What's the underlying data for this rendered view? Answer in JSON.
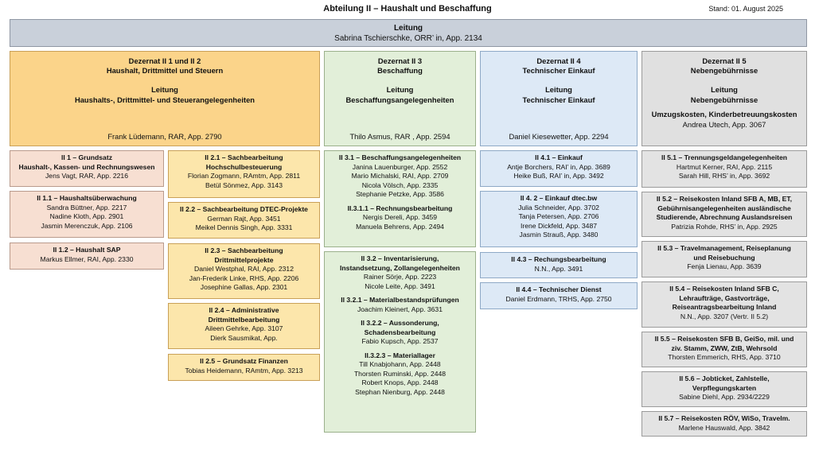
{
  "title": "Abteilung II – Haushalt und Beschaffung",
  "stand": "Stand: 01. August 2025",
  "leitung": {
    "label": "Leitung",
    "name": "Sabrina Tschierschke, ORR’ in, App. 2134"
  },
  "dezernate": [
    {
      "title1": "Dezernat II 1 und II 2",
      "title2": "Haushalt, Drittmittel und Steuern",
      "lead_label": "Leitung",
      "lead_title": "Haushalts-, Drittmittel- und Steuerangelegenheiten",
      "extra": "",
      "person": "Frank Lüdemann, RAR, App. 2790"
    },
    {
      "title1": "Dezernat II 3",
      "title2": "Beschaffung",
      "lead_label": "Leitung",
      "lead_title": "Beschaffungsangelegenheiten",
      "extra": "",
      "person": "Thilo Asmus, RAR , App. 2594"
    },
    {
      "title1": "Dezernat II 4",
      "title2": "Technischer Einkauf",
      "lead_label": "Leitung",
      "lead_title": "Technischer Einkauf",
      "extra": "",
      "person": "Daniel Kiesewetter, App. 2294"
    },
    {
      "title1": "Dezernat II 5",
      "title2": "Nebengebührnisse",
      "lead_label": "Leitung",
      "lead_title": "Nebengebührnisse",
      "extra": "Umzugskosten, Kinderbetreuungskosten",
      "person": "Andrea Utech, App. 3067"
    }
  ],
  "units": {
    "ii1": {
      "title": "II 1 – Grundsatz",
      "subtitle": "Haushalt-, Kassen- und Rechnungswesen",
      "staff": [
        "Jens Vagt, RAR, App. 2216"
      ]
    },
    "ii11": {
      "title": "II 1.1 – Haushaltsüberwachung",
      "staff": [
        "Sandra Büttner, App. 2217",
        "Nadine Kloth, App. 2901",
        "Jasmin Merenczuk, App. 2106"
      ]
    },
    "ii12": {
      "title": "II 1.2 – Haushalt SAP",
      "staff": [
        "Markus Ellmer, RAI, App. 2330"
      ]
    },
    "ii21": {
      "title": "II 2.1 – Sachbearbeitung",
      "subtitle": "Hochschulbesteuerung",
      "staff": [
        "Florian Zogmann, RAmtm, App. 2811",
        "Betül Sönmez, App. 3143"
      ]
    },
    "ii22": {
      "title": "II 2.2 – Sachbearbeitung DTEC-Projekte",
      "staff": [
        "German Rajt, App. 3451",
        "Meikel Dennis Singh, App. 3331"
      ]
    },
    "ii23": {
      "title": "II 2.3 – Sachbearbeitung",
      "subtitle": "Drittmittelprojekte",
      "staff": [
        "Daniel Westphal, RAI, App. 2312",
        "Jan-Frederik Linke, RHS, App. 2206",
        "Josephine Gallas, App. 2301"
      ]
    },
    "ii24": {
      "title": "II 2.4 – Administrative",
      "subtitle": "Drittmittelbearbeitung",
      "staff": [
        "Aileen Gehrke, App. 3107",
        "Dierk Sausmikat, App."
      ]
    },
    "ii25": {
      "title": "II 2.5 – Grundsatz Finanzen",
      "staff": [
        "Tobias Heidemann, RAmtm, App. 3213"
      ]
    },
    "ii31": {
      "title": "II 3.1 – Beschaffungsangelegenheiten",
      "staff": [
        "Janina Lauenburger, App. 2552",
        "Mario Michalski, RAI, App. 2709",
        "Nicola Völsch, App. 2335",
        "Stephanie Petzke, App. 3586"
      ]
    },
    "ii311": {
      "title": "II.3.1.1 – Rechnungsbearbeitung",
      "staff": [
        "Nergis Dereli, App. 3459",
        "Manuela Behrens, App. 2494"
      ]
    },
    "ii32": {
      "title1": "II 3.2 – Inventarisierung,",
      "title2": "Instandsetzung, Zollangelegenheiten",
      "staff": [
        "Rainer Sörje, App. 2223",
        "Nicole Leite, App. 3491"
      ]
    },
    "ii321": {
      "title": "II 3.2.1 – Materialbestandsprüfungen",
      "staff": [
        "Joachim Kleinert, App. 3631"
      ]
    },
    "ii322": {
      "title1": "II 3.2.2 – Aussonderung,",
      "title2": "Schadensbearbeitung",
      "staff": [
        "Fabio Kupsch, App. 2537"
      ]
    },
    "ii323": {
      "title": "II.3.2.3 – Materiallager",
      "staff": [
        "Till Knabjohann, App. 2448",
        "Thorsten Ruminski, App. 2448",
        "Robert Knops, App. 2448",
        "Stephan Nienburg, App. 2448"
      ]
    },
    "ii41": {
      "title": "II 4.1 – Einkauf",
      "staff": [
        "Antje Borchers, RAI’ in, App. 3689",
        "Heike Buß, RAI’ in, App. 3492"
      ]
    },
    "ii42": {
      "title": "II 4. 2 – Einkauf dtec.bw",
      "staff": [
        "Julia Schneider, App. 3702",
        "Tanja Petersen, App. 2706",
        "Irene Dickfeld, App. 3487",
        "Jasmin Strauß, App. 3480"
      ]
    },
    "ii43": {
      "title": "II 4.3 – Rechungsbearbeitung",
      "staff": [
        "N.N., App. 3491"
      ]
    },
    "ii44": {
      "title": "II 4.4 – Technischer Dienst",
      "staff": [
        "Daniel Erdmann, TRHS, App. 2750"
      ]
    },
    "ii51": {
      "title": "II 5.1 – Trennungsgeldangelegenheiten",
      "staff": [
        "Hartmut Kerner, RAI, App. 2115",
        "Sarah Hill, RHS’ in, App. 3692"
      ]
    },
    "ii52": {
      "title_lines": [
        "II 5.2 – Reisekosten Inland SFB A, MB, ET,",
        "Gebührnisangelegenheiten ausländische",
        "Studierende, Abrechnung Auslandsreisen"
      ],
      "staff": [
        "Patrizia Rohde, RHS’ in, App. 2925"
      ]
    },
    "ii53": {
      "title_lines": [
        "II 5.3 – Travelmanagement, Reiseplanung",
        "und Reisebuchung"
      ],
      "staff": [
        "Fenja Lienau, App. 3639"
      ]
    },
    "ii54": {
      "title_lines": [
        "II 5.4 – Reisekosten Inland SFB C,",
        "Lehraufträge, Gastvorträge,",
        "Reiseantragsbearbeitung Inland"
      ],
      "staff": [
        "N.N., App. 3207 (Vertr. II 5.2)"
      ]
    },
    "ii55": {
      "title_lines": [
        "II 5.5 – Reisekosten SFB B, GeiSo, mil. und",
        "ziv. Stamm, ZWW, ZtB, Wehrsold"
      ],
      "staff": [
        "Thorsten Emmerich, RHS, App. 3710"
      ]
    },
    "ii56": {
      "title_lines": [
        "II 5.6 – Jobticket, Zahlstelle,",
        "Verpflegungskarten"
      ],
      "staff": [
        "Sabine Diehl, App. 2934/2229"
      ]
    },
    "ii57": {
      "title_lines": [
        "II 5.7 – Reisekosten RÖV, WiSo, Travelm."
      ],
      "staff": [
        "Marlene Hauswald, App. 3842"
      ]
    }
  }
}
